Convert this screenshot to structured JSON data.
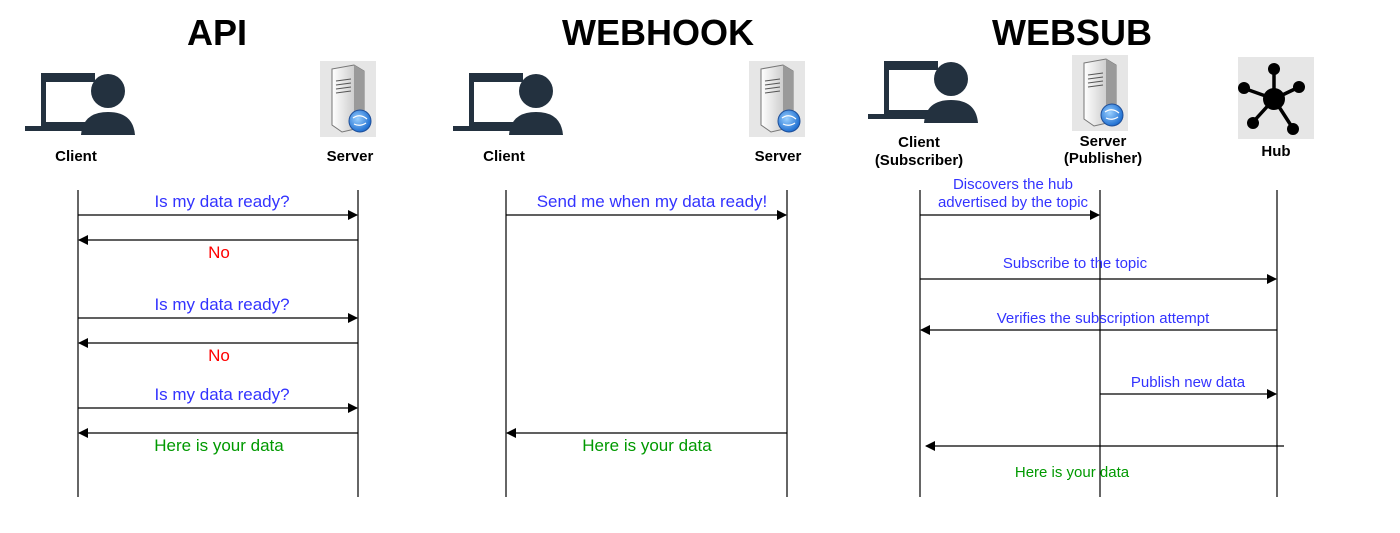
{
  "colors": {
    "request": "#3333ff",
    "negative": "#ff0000",
    "data": "#009900",
    "line": "#000000"
  },
  "api": {
    "title": "API",
    "client_label": "Client",
    "server_label": "Server",
    "msg1": "Is my data ready?",
    "msg2": "No",
    "msg3": "Is my data ready?",
    "msg4": "No",
    "msg5": "Is my data ready?",
    "msg6": "Here is your data"
  },
  "webhook": {
    "title": "WEBHOOK",
    "client_label": "Client",
    "server_label": "Server",
    "msg1": "Send me when my data ready!",
    "msg2": "Here is your data"
  },
  "websub": {
    "title": "WEBSUB",
    "client_label_1": "Client",
    "client_label_2": "(Subscriber)",
    "server_label_1": "Server",
    "server_label_2": "(Publisher)",
    "hub_label": "Hub",
    "msg1_line1": "Discovers the hub",
    "msg1_line2": "advertised by the topic",
    "msg2": "Subscribe to the topic",
    "msg3": "Verifies the subscription attempt",
    "msg4": "Publish new data",
    "msg5": "Here is your data"
  },
  "icons": {
    "client": "client-user-icon",
    "server": "server-icon",
    "hub": "hub-icon"
  }
}
